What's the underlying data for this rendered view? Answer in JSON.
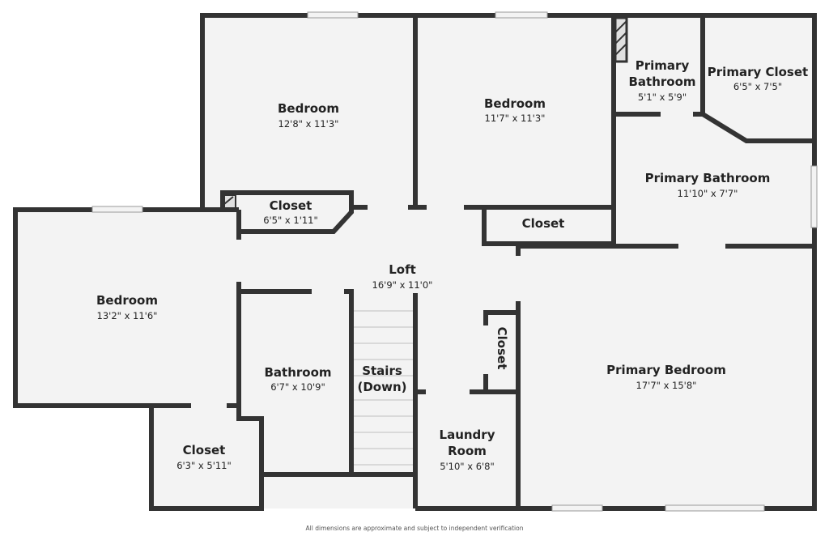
{
  "rooms": {
    "bedroom_top_left": {
      "name": "Bedroom",
      "dim": "12'8\" x 11'3\""
    },
    "bedroom_top_mid": {
      "name": "Bedroom",
      "dim": "11'7\" x 11'3\""
    },
    "primary_bath_small": {
      "name_line1": "Primary",
      "name_line2": "Bathroom",
      "dim": "5'1\" x 5'9\""
    },
    "primary_closet": {
      "name": "Primary Closet",
      "dim": "6'5\" x 7'5\""
    },
    "primary_bath": {
      "name": "Primary Bathroom",
      "dim": "11'10\" x 7'7\""
    },
    "closet_top": {
      "name": "Closet",
      "dim": "6'5\" x 1'11\""
    },
    "closet_mid": {
      "name": "Closet"
    },
    "bedroom_left": {
      "name": "Bedroom",
      "dim": "13'2\" x 11'6\""
    },
    "loft": {
      "name": "Loft",
      "dim": "16'9\" x 11'0\""
    },
    "bathroom": {
      "name": "Bathroom",
      "dim": "6'7\" x 10'9\""
    },
    "stairs": {
      "name_line1": "Stairs",
      "name_line2": "(Down)"
    },
    "closet_vertical": {
      "name": "Closet"
    },
    "primary_bedroom": {
      "name": "Primary Bedroom",
      "dim": "17'7\" x 15'8\""
    },
    "laundry": {
      "name_line1": "Laundry",
      "name_line2": "Room",
      "dim": "5'10\" x 6'8\""
    },
    "closet_bottom": {
      "name": "Closet",
      "dim": "6'3\" x 5'11\""
    }
  },
  "footer": {
    "note": "All dimensions are approximate and subject to independent verification"
  }
}
